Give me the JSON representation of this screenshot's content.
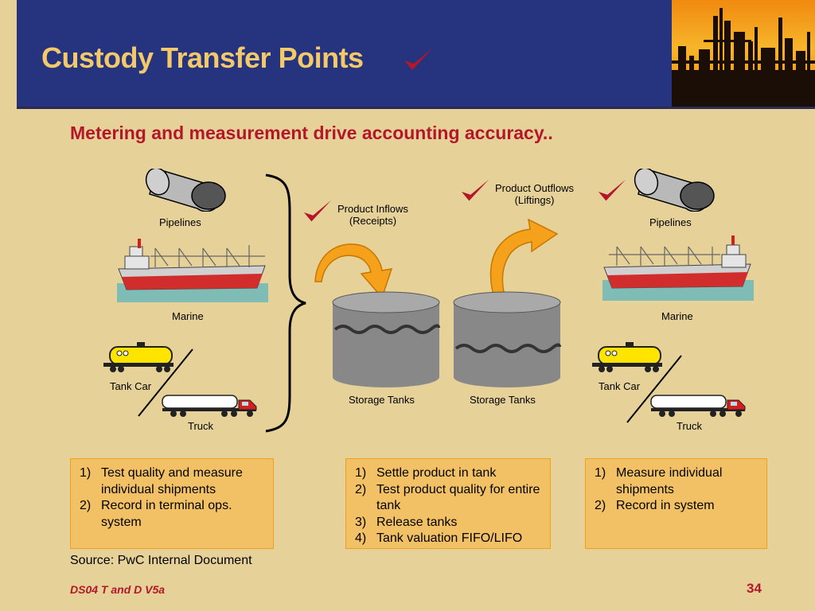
{
  "header": {
    "title": "Custody Transfer Points",
    "title_icon": "checkmark-icon"
  },
  "subtitle": "Metering and measurement drive accounting accuracy..",
  "left_group": {
    "pipelines_label": "Pipelines",
    "marine_label": "Marine",
    "tank_car_label": "Tank Car",
    "truck_label": "Truck"
  },
  "right_group": {
    "pipelines_label": "Pipelines",
    "marine_label": "Marine",
    "tank_car_label": "Tank Car",
    "truck_label": "Truck"
  },
  "center": {
    "inflows_line1": "Product Inflows",
    "inflows_line2": "(Receipts)",
    "outflows_line1": "Product Outflows",
    "outflows_line2": "(Liftings)",
    "tank1_label": "Storage Tanks",
    "tank2_label": "Storage Tanks"
  },
  "boxes": {
    "left": [
      {
        "num": "1)",
        "text": "Test quality and measure individual shipments"
      },
      {
        "num": "2)",
        "text": "Record in terminal ops. system"
      }
    ],
    "middle": [
      {
        "num": "1)",
        "text": "Settle product in tank"
      },
      {
        "num": "2)",
        "text": "Test product quality for entire tank"
      },
      {
        "num": "3)",
        "text": "Release tanks"
      },
      {
        "num": "4)",
        "text": "Tank valuation FIFO/LIFO"
      }
    ],
    "right": [
      {
        "num": "1)",
        "text": "Measure individual shipments"
      },
      {
        "num": "2)",
        "text": "Record in system"
      }
    ]
  },
  "source": "Source: PwC Internal Document",
  "footer": {
    "left": "DS04 T and D V5a",
    "page_number": "34"
  },
  "colors": {
    "header_band": "#26347f",
    "title": "#f3c96a",
    "accent_red": "#b3172a",
    "background": "#e6d299",
    "box_fill": "#f2c166",
    "arrow_orange": "#f5a11c"
  }
}
